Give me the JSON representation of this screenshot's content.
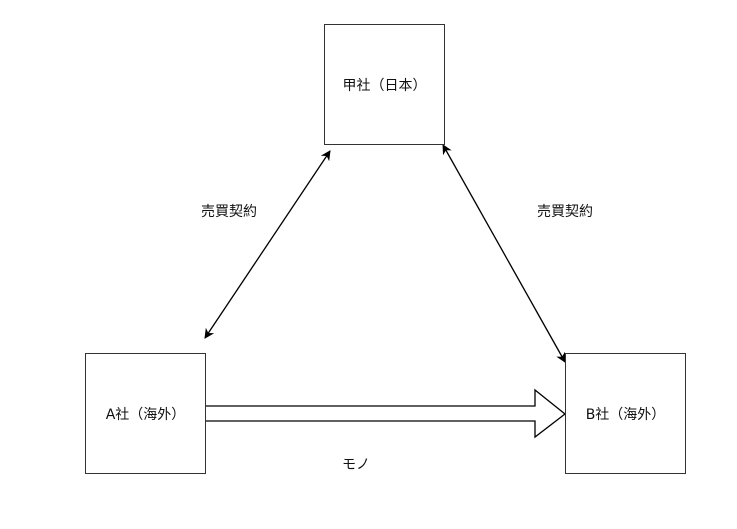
{
  "nodes": {
    "company_kou": "甲社（日本）",
    "company_a": "A社（海外）",
    "company_b": "B社（海外）"
  },
  "edges": {
    "a_to_kou": "売買契約",
    "b_to_kou": "売買契約",
    "a_to_b": "モノ"
  }
}
